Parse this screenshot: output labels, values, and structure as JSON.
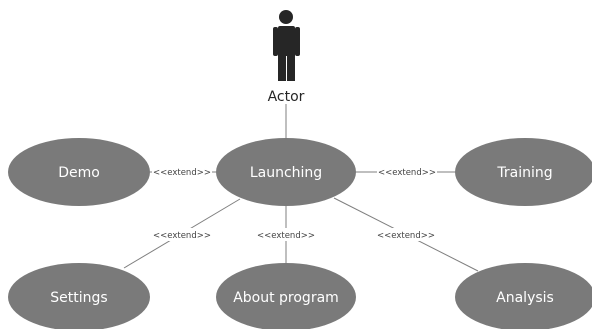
{
  "actor": {
    "label": "Actor"
  },
  "use_cases": {
    "demo": "Demo",
    "launching": "Launching",
    "training": "Training",
    "settings": "Settings",
    "about": "About program",
    "analysis": "Analysis"
  },
  "relations": {
    "demo": "<<extend>>",
    "training": "<<extend>>",
    "settings": "<<extend>>",
    "about": "<<extend>>",
    "analysis": "<<extend>>"
  },
  "colors": {
    "use_case_fill": "#7a7a7a",
    "actor": "#262626",
    "line": "#7f7f7f"
  }
}
